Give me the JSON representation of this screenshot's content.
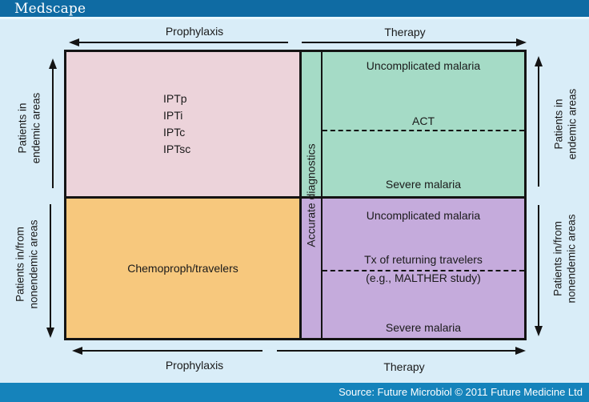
{
  "header": {
    "logo": "Medscape"
  },
  "footer": {
    "source": "Source: Future Microbiol © 2011 Future Medicine Ltd"
  },
  "axes": {
    "top": {
      "prophylaxis": "Prophylaxis",
      "therapy": "Therapy"
    },
    "bottom": {
      "prophylaxis": "Prophylaxis",
      "therapy": "Therapy"
    },
    "left": {
      "endemic": {
        "line1": "Patients in",
        "line2": "endemic areas"
      },
      "nonendemic": {
        "line1": "Patients in/from",
        "line2": "nonendemic areas"
      }
    },
    "right": {
      "endemic": {
        "line1": "Patients in",
        "line2": "endemic areas"
      },
      "nonendemic": {
        "line1": "Patients in/from",
        "line2": "nonendemic areas"
      }
    }
  },
  "grid": {
    "strip_label": "Accurate diagnostics",
    "quadrants": {
      "prophylaxis_endemic": {
        "lines": [
          "IPTp",
          "IPTi",
          "IPTc",
          "IPTsc"
        ]
      },
      "therapy_endemic": {
        "top": "Uncomplicated malaria",
        "mid": "ACT",
        "bottom": "Severe malaria"
      },
      "prophylaxis_nonendemic": {
        "label": "Chemoproph/travelers"
      },
      "therapy_nonendemic": {
        "top": "Uncomplicated malaria",
        "mid_line1": "Tx of returning travelers",
        "mid_line2": "(e.g., MALTHER study)",
        "bottom": "Severe malaria"
      }
    }
  },
  "colors": {
    "header_bg": "#0f6ba3",
    "footer_bg": "#1583bb",
    "page_bg": "#d9edf8",
    "quad_pe": "#ecd3da",
    "quad_te": "#a5dbc6",
    "quad_pn": "#f7c87d",
    "quad_tn": "#c5abdc",
    "line": "#141414",
    "text": "#1a1a1a"
  }
}
